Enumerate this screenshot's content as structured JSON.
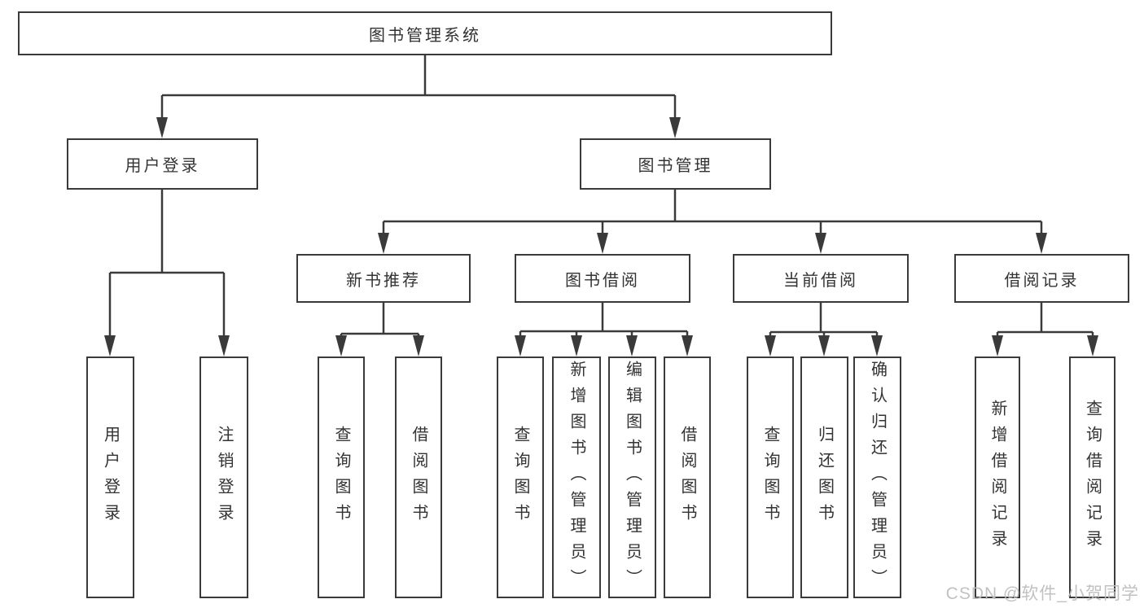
{
  "tree": {
    "label": "图书管理系统",
    "children": [
      {
        "label": "用户登录",
        "children": [
          {
            "label": "用户登录"
          },
          {
            "label": "注销登录"
          }
        ]
      },
      {
        "label": "图书管理",
        "children": [
          {
            "label": "新书推荐",
            "children": [
              {
                "label": "查询图书"
              },
              {
                "label": "借阅图书"
              }
            ]
          },
          {
            "label": "图书借阅",
            "children": [
              {
                "label": "查询图书"
              },
              {
                "label": "新增图书（管理员）"
              },
              {
                "label": "编辑图书（管理员）"
              },
              {
                "label": "借阅图书"
              }
            ]
          },
          {
            "label": "当前借阅",
            "children": [
              {
                "label": "查询图书"
              },
              {
                "label": "归还图书"
              },
              {
                "label": "确认归还（管理员）"
              }
            ]
          },
          {
            "label": "借阅记录",
            "children": [
              {
                "label": "新增借阅记录"
              },
              {
                "label": "查询借阅记录"
              }
            ]
          }
        ]
      }
    ]
  },
  "watermark": "CSDN @软件_小贺同学",
  "colors": {
    "line": "#3a3a3a",
    "box_border": "#3a3a3a",
    "text": "#333333",
    "watermark": "#bebebe",
    "background": "#ffffff"
  }
}
